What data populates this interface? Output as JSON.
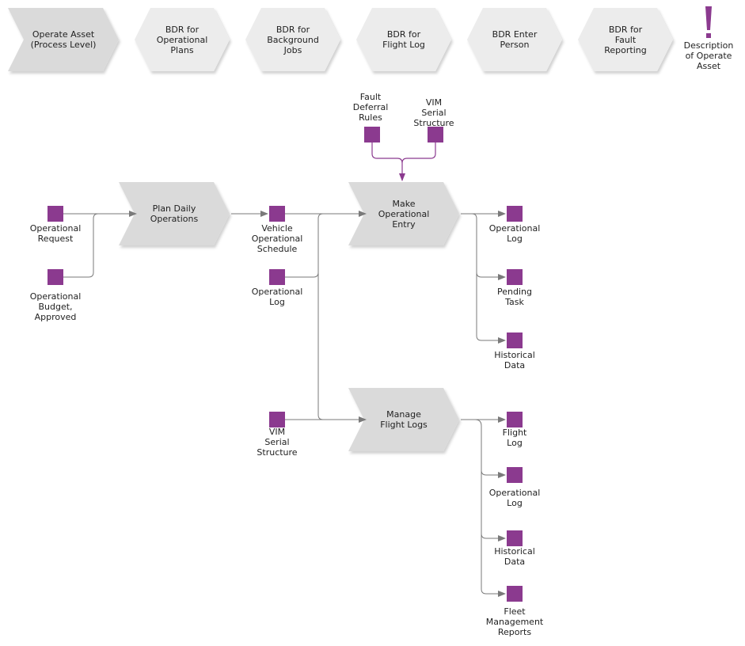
{
  "header": {
    "items": [
      {
        "label": "Operate Asset\n(Process Level)"
      },
      {
        "label": "BDR for\nOperational\nPlans"
      },
      {
        "label": "BDR for\nBackground\nJobs"
      },
      {
        "label": "BDR for\nFlight Log"
      },
      {
        "label": "BDR Enter\nPerson"
      },
      {
        "label": "BDR for\nFault\nReporting"
      }
    ],
    "description": {
      "label": "Description\nof Operate\nAsset"
    }
  },
  "processes": [
    {
      "label": "Plan Daily\nOperations"
    },
    {
      "label": "Make\nOperational\nEntry"
    },
    {
      "label": "Manage\nFlight Logs"
    }
  ],
  "objects": [
    {
      "label": "Operational\nRequest"
    },
    {
      "label": "Operational\nBudget,\nApproved"
    },
    {
      "label": "Vehicle\nOperational\nSchedule"
    },
    {
      "label": "Operational\nLog"
    },
    {
      "label": "VIM\nSerial\nStructure"
    },
    {
      "label": "Fault\nDeferral\nRules"
    },
    {
      "label": "VIM\nSerial\nStructure"
    },
    {
      "label": "Operational\nLog"
    },
    {
      "label": "Pending\nTask"
    },
    {
      "label": "Historical\nData"
    },
    {
      "label": "Flight\nLog"
    },
    {
      "label": "Operational\nLog"
    },
    {
      "label": "Historical\nData"
    },
    {
      "label": "Fleet\nManagement\nReports"
    }
  ],
  "colors": {
    "object_fill": "#8b3a8f",
    "process_fill": "#dadada",
    "header_fill": "#ececec",
    "connector": "#7a7a7a",
    "accent_connector": "#8b3a8f"
  }
}
